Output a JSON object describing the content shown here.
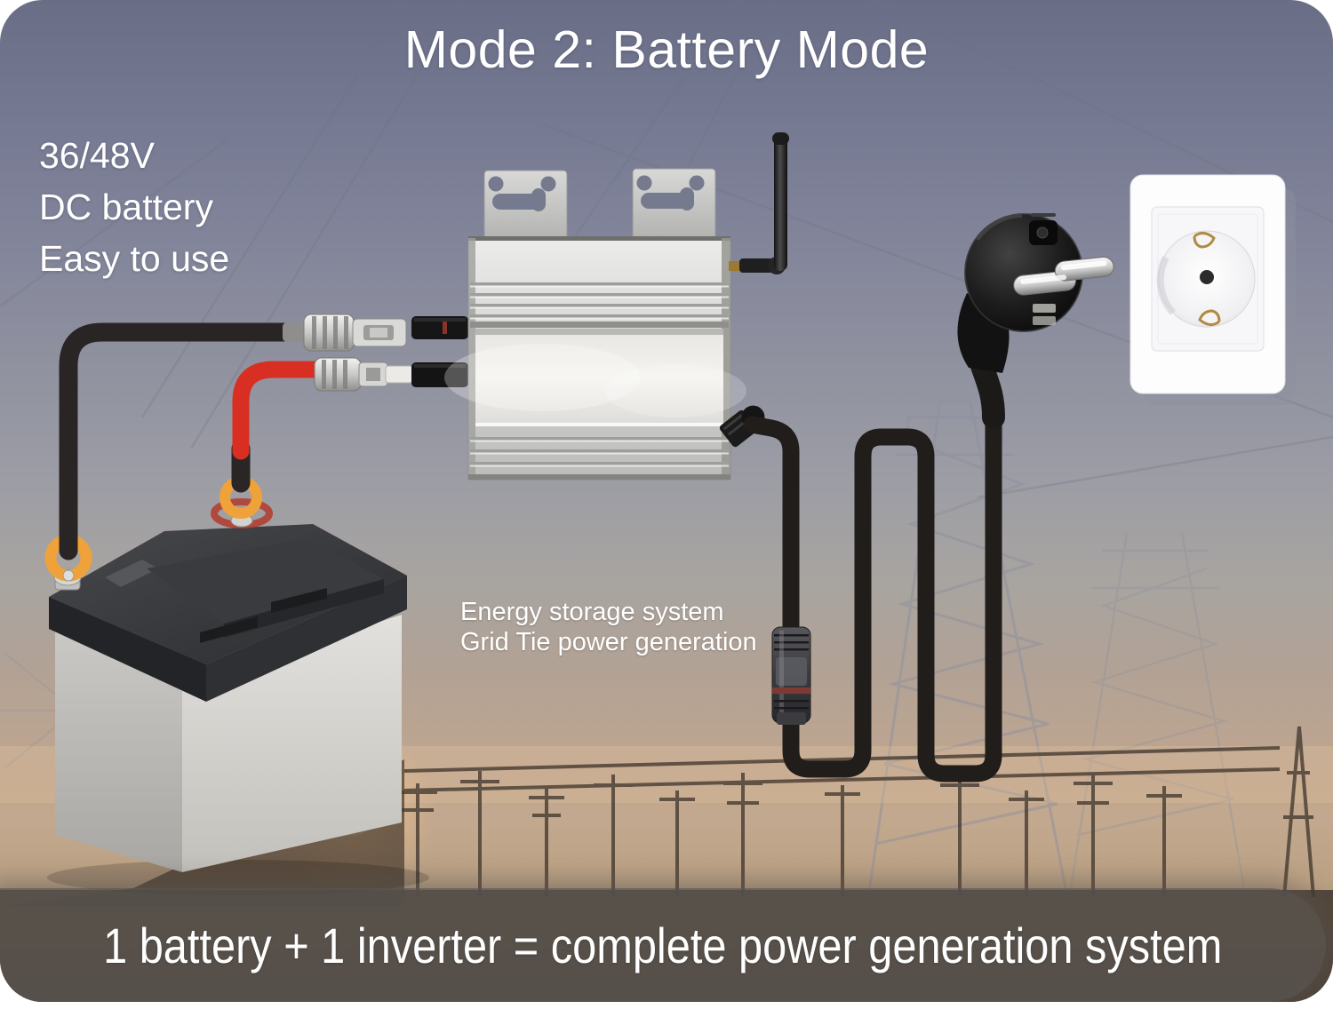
{
  "header": {
    "title": "Mode 2: Battery Mode"
  },
  "annotations": {
    "battery_label": [
      "36/48V",
      "DC battery",
      "Easy to use"
    ],
    "system_label": [
      "Energy storage system",
      "Grid Tie power generation"
    ]
  },
  "footer": {
    "text": "1 battery + 1 inverter = complete power generation system"
  },
  "components": [
    "battery",
    "dc-cables",
    "mc4-connectors",
    "micro-inverter",
    "wifi-antenna",
    "ac-cable",
    "inline-coupler",
    "eu-plug",
    "wall-socket"
  ],
  "colors": {
    "sky_top": "#696e86",
    "sky_mid": "#9c9da5",
    "dusk_warm": "#c2a88e",
    "landscape_silhouette": "#4a3e33",
    "sun_glow": "#ffe3b3",
    "footer_bar": "rgba(90,84,79,0.78)",
    "text": "#ffffff",
    "cable_negative": "#292524",
    "cable_positive": "#d92f22",
    "ring_terminal": "#f0a23a",
    "inverter_metal": "#d9d9d7",
    "plug_body": "#141414",
    "socket_plate": "#fdfdfd"
  }
}
